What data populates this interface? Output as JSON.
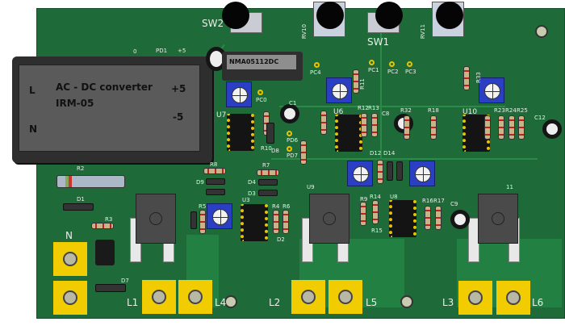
{
  "converter": {
    "title": "AC - DC converter",
    "model": "IRM-05",
    "pin_l": "L",
    "pin_n": "N",
    "out_pos": "+5",
    "out_neg": "-5"
  },
  "dcdc": {
    "label": "NMA05112DC"
  },
  "labels": {
    "sw2": "SW2",
    "sw1": "SW1",
    "rv10": "RV10",
    "rv11": "RV11",
    "pc0": "PC0",
    "pc1": "PC1",
    "pc2": "PC2",
    "pc3": "PC3",
    "pc4": "PC4",
    "pd1": "PD1",
    "pd6": "PD6",
    "pd7": "PD7",
    "zero": "0",
    "plus5": "+5",
    "c1": "C1",
    "c8": "C8",
    "c9": "C9",
    "c12": "C12",
    "u7": "U7",
    "u6": "U6",
    "u10": "U10",
    "u3": "U3",
    "u8": "U8",
    "u9": "U9",
    "u11": "11",
    "r10": "R10",
    "d8": "D8",
    "r12": "R12",
    "r13": "R13",
    "r32": "R32",
    "r18": "R18",
    "r23": "R23",
    "r24": "R24",
    "r25": "R25",
    "r11": "R11",
    "r33": "R33",
    "d12": "D12",
    "d14": "D14",
    "r2": "R2",
    "d1": "D1",
    "r3": "R3",
    "r8": "R8",
    "r7": "R7",
    "d9": "D9",
    "d4": "D4",
    "d3": "D3",
    "r5": "R5",
    "r4": "R4",
    "r6": "R6",
    "d2": "D2",
    "r9": "R9",
    "r14": "R14",
    "r15": "R15",
    "r16": "R16",
    "r17": "R17",
    "d7": "D7"
  },
  "terminals": {
    "n": "N",
    "l1": "L1",
    "l2": "L2",
    "l3": "L3",
    "l4": "L4",
    "l5": "L5",
    "l6": "L6"
  }
}
